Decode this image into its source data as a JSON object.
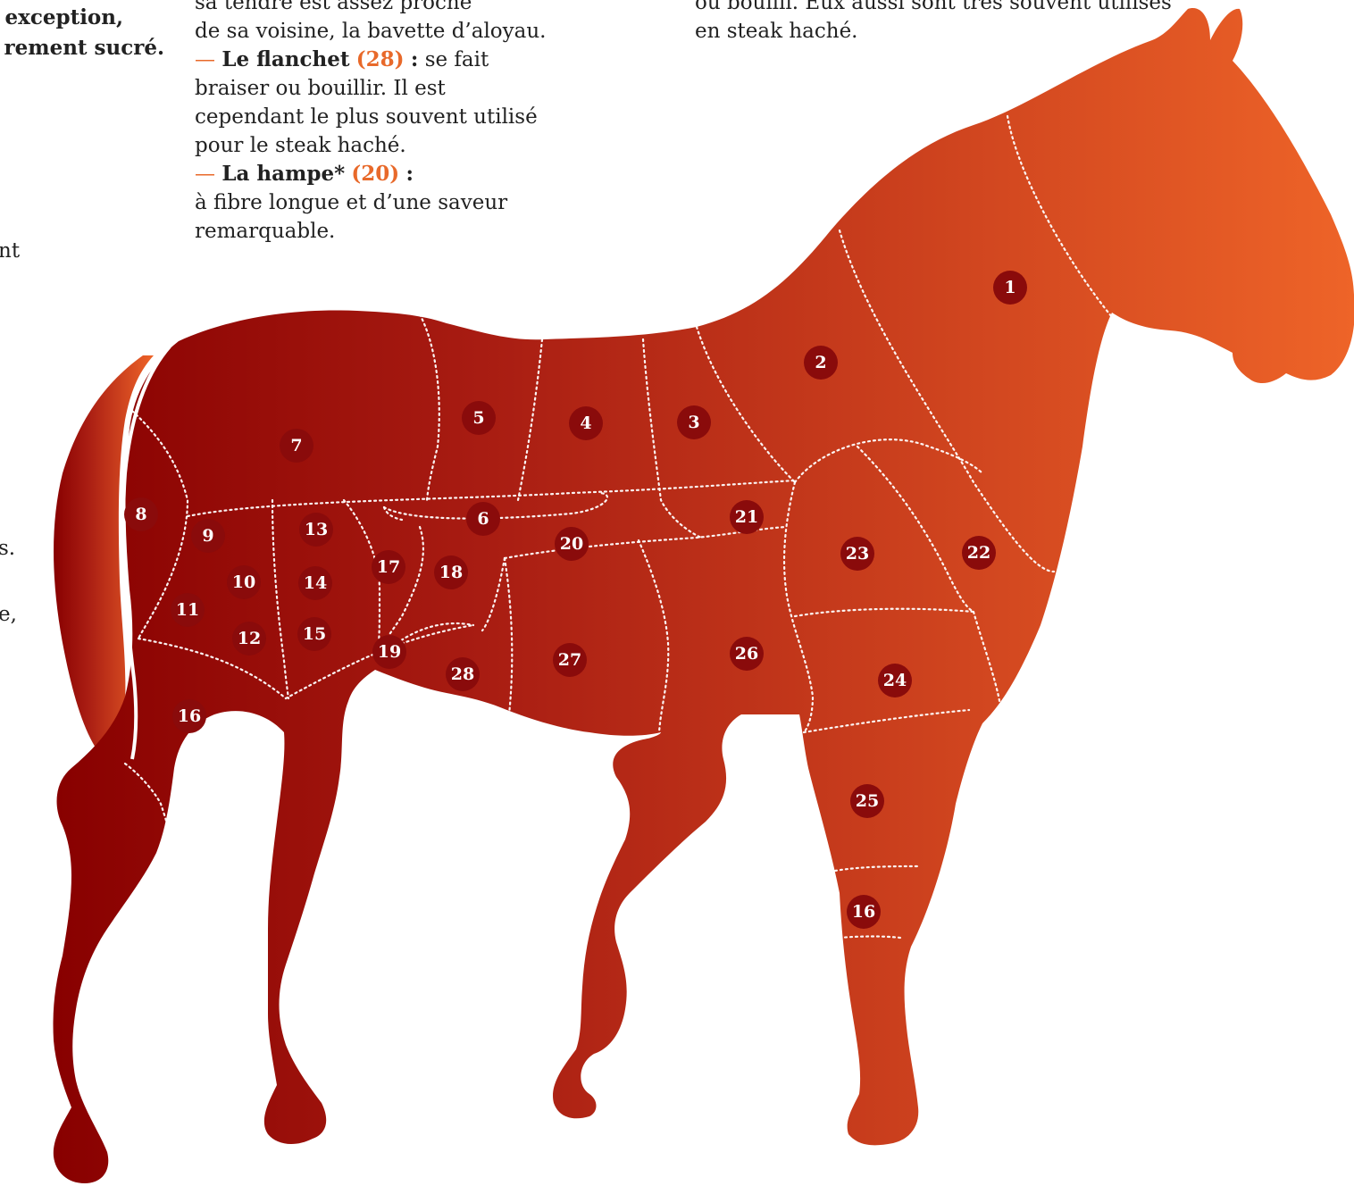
{
  "text": {
    "left_fragment": {
      "line1": "exception,",
      "line2": "rement sucré."
    },
    "edge_fragments": [
      "nt",
      "s.",
      "e,"
    ],
    "middle_column": {
      "line0": "sa tendre est assez proche",
      "line1": "de sa voisine, la bavette d’aloyau.",
      "flanchet_dash": "—",
      "flanchet_name": "Le flanchet",
      "flanchet_ref": "(28)",
      "flanchet_colon": ":",
      "flanchet_desc": "se fait",
      "line3": "braiser ou bouillir. Il est",
      "line4": "cependant le plus souvent utilisé",
      "line5": "pour le steak haché.",
      "hampe_dash": "—",
      "hampe_name": "La hampe*",
      "hampe_ref": "(20)",
      "hampe_colon": ":",
      "line7": "à fibre longue et d’une saveur",
      "line8": "remarquable."
    },
    "right_column": {
      "line0": "ou bouilli. Eux aussi sont très souvent utilisés",
      "line1": "en steak haché."
    }
  },
  "diagram": {
    "gradient_colors": [
      "#880000",
      "#a81c12",
      "#d0451f",
      "#ee6428"
    ],
    "badge_color": "#8a0b0b",
    "cut_labels": [
      "1",
      "2",
      "3",
      "4",
      "5",
      "6",
      "7",
      "8",
      "9",
      "10",
      "11",
      "12",
      "13",
      "14",
      "15",
      "16",
      "17",
      "18",
      "19",
      "20",
      "21",
      "22",
      "23",
      "24",
      "25",
      "26",
      "27",
      "28",
      "16"
    ]
  }
}
